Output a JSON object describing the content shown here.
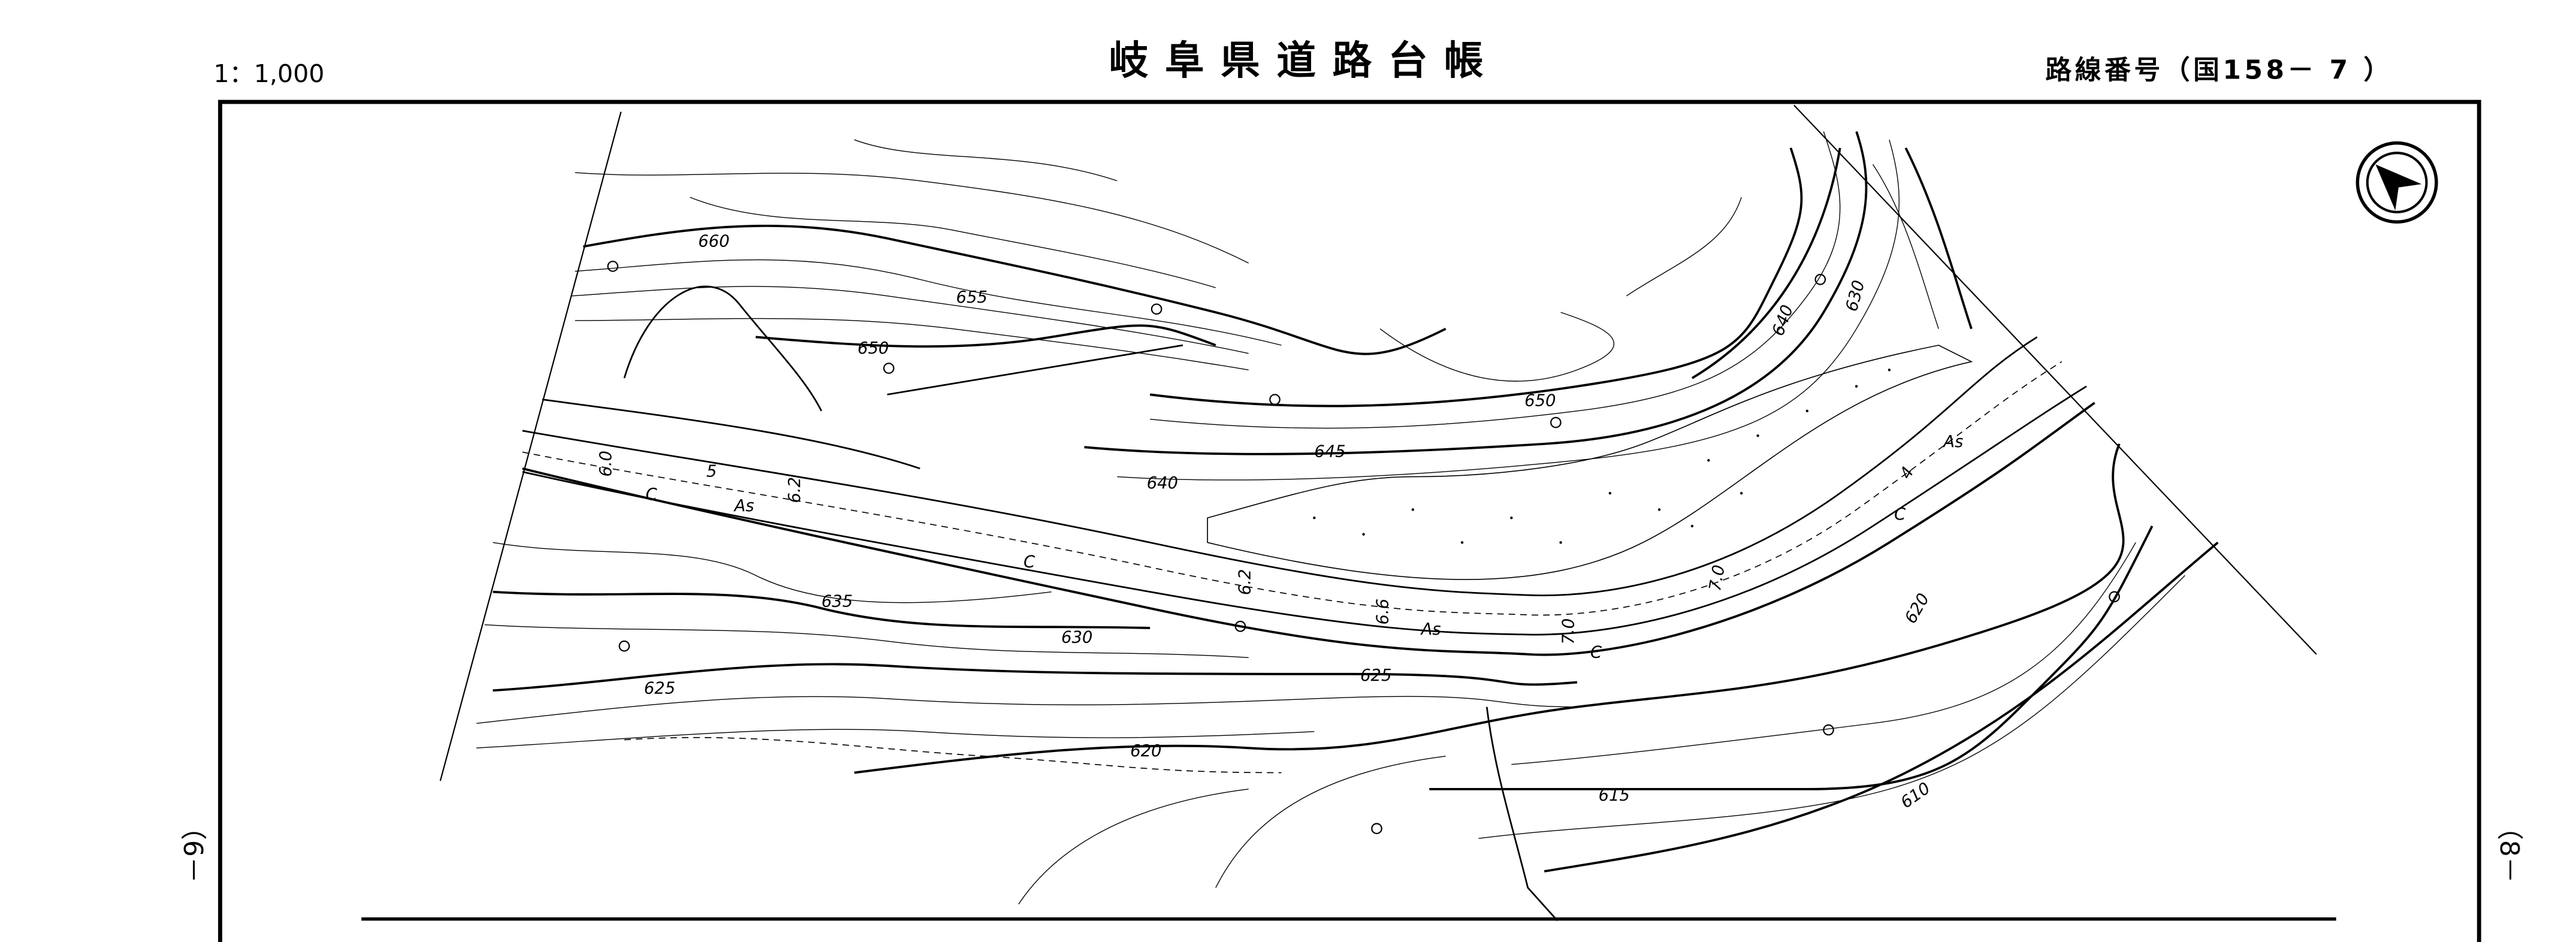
{
  "header": {
    "scale": "1：1,000",
    "title": "岐阜県道路台帳",
    "route_number": "路線番号（国158－ 7 ）"
  },
  "side_labels": {
    "left": "（6－",
    "right": "（8－"
  },
  "map": {
    "contour_labels": [
      "660",
      "655",
      "650",
      "645",
      "640",
      "635",
      "630",
      "625",
      "620",
      "615",
      "610",
      "650",
      "640",
      "630",
      "620",
      "625"
    ],
    "surface_labels": [
      "As",
      "As",
      "As"
    ],
    "gutter_labels": [
      "C",
      "C",
      "C",
      "C"
    ],
    "width_labels": [
      "6.0",
      "5",
      "6.2",
      "6.2",
      "6.6",
      "7.0",
      "7.0",
      "4"
    ],
    "north_arrow": "north-arrow-icon"
  }
}
